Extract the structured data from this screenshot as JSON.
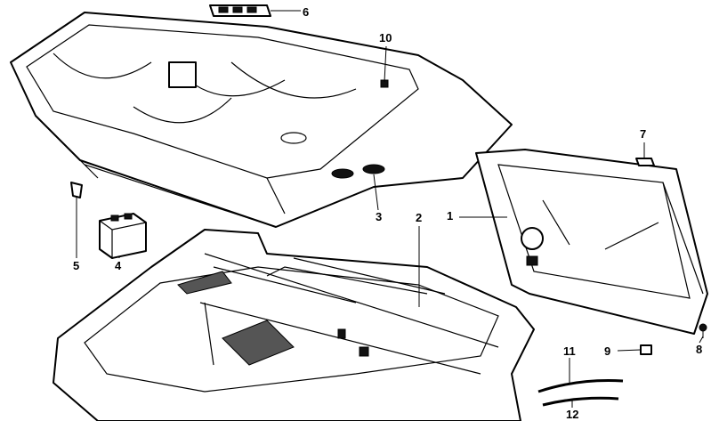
{
  "diagram": {
    "type": "exploded parts diagram",
    "callouts": [
      {
        "id": "6",
        "label": "6"
      },
      {
        "id": "10",
        "label": "10"
      },
      {
        "id": "7",
        "label": "7"
      },
      {
        "id": "1",
        "label": "1"
      },
      {
        "id": "2",
        "label": "2"
      },
      {
        "id": "3",
        "label": "3"
      },
      {
        "id": "5",
        "label": "5"
      },
      {
        "id": "4",
        "label": "4"
      },
      {
        "id": "9",
        "label": "9"
      },
      {
        "id": "8",
        "label": "8"
      },
      {
        "id": "11",
        "label": "11"
      },
      {
        "id": "12",
        "label": "12"
      }
    ]
  }
}
